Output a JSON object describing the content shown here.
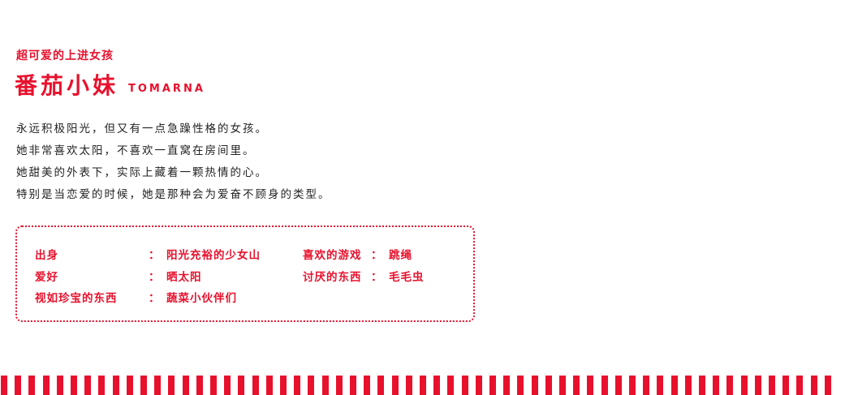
{
  "colors": {
    "accent": "#e8112d",
    "text": "#222222",
    "background": "#ffffff"
  },
  "header": {
    "subtitle": "超可爱的上进女孩",
    "name_cn": "番茄小妹",
    "name_en": "TOMARNA"
  },
  "description": [
    "永远积极阳光，但又有一点急躁性格的女孩。",
    "她非常喜欢太阳，不喜欢一直窝在房间里。",
    "她甜美的外表下，实际上藏着一颗热情的心。",
    "特别是当恋爱的时候，她是那种会为爱奋不顾身的类型。"
  ],
  "profile": {
    "left": [
      {
        "label": "出身",
        "colon": "：",
        "value": "阳光充裕的少女山"
      },
      {
        "label": "爱好",
        "colon": "：",
        "value": "晒太阳"
      },
      {
        "label": "视如珍宝的东西",
        "colon": "：",
        "value": "蔬菜小伙伴们"
      }
    ],
    "right": [
      {
        "label": "喜欢的游戏",
        "colon": "：",
        "value": "跳绳"
      },
      {
        "label": "讨厌的东西",
        "colon": "：",
        "value": "毛毛虫"
      }
    ]
  }
}
